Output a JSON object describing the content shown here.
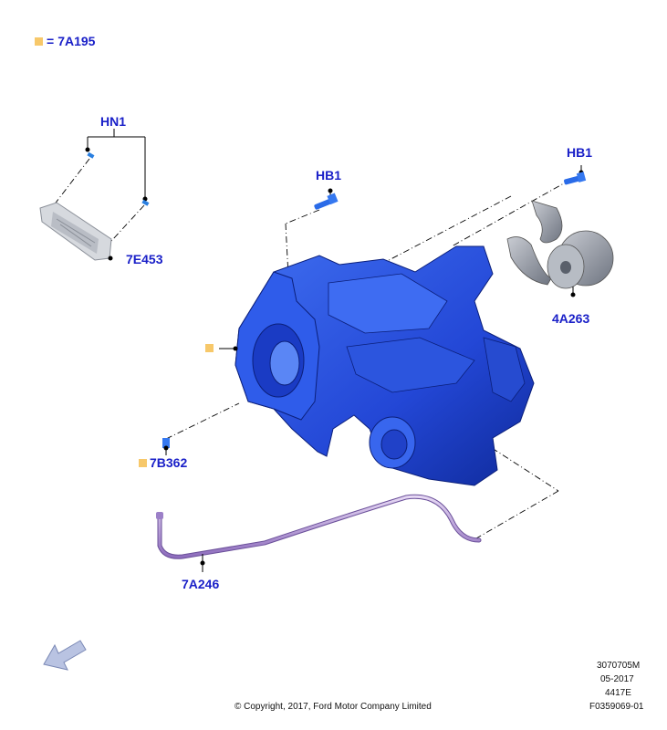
{
  "legend": {
    "equals": "=",
    "part": "7A195",
    "swatch_color": "#f7c86a"
  },
  "labels": {
    "hn1": "HN1",
    "hb1_left": "HB1",
    "hb1_right": "HB1",
    "p7e453": "7E453",
    "p4a263": "4A263",
    "p7b362": "7B362",
    "p7a246": "7A246"
  },
  "footer": {
    "copyright": "© Copyright, 2017, Ford Motor Company Limited",
    "code1": "3070705M",
    "date": "05-2017",
    "code2": "4417E",
    "figure": "F0359069-01"
  },
  "colors": {
    "label": "#1a20c8",
    "part_blue": "#2a55e0",
    "tube": "#b79ad6",
    "marker": "#f7c86a"
  }
}
